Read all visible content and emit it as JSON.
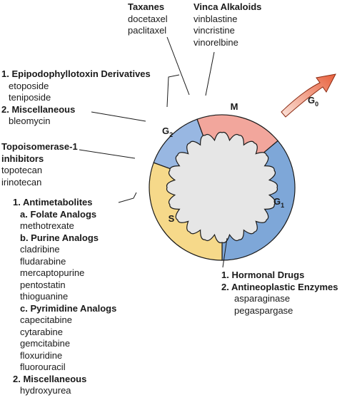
{
  "phases": {
    "m": "M",
    "g1": "G",
    "g1_sub": "1",
    "s": "S",
    "g2": "G",
    "g2_sub": "2",
    "g0": "G",
    "g0_sub": "0"
  },
  "colors": {
    "m": "#f2a69c",
    "g1": "#7ea7d8",
    "s": "#f6d98a",
    "g2": "#98b7e2",
    "center": "#e6e6e6",
    "arrow": "#e8603c"
  },
  "taxanes": {
    "heading": "Taxanes",
    "drugs": [
      "docetaxel",
      "paclitaxel"
    ]
  },
  "vinca": {
    "heading": "Vinca Alkaloids",
    "drugs": [
      "vinblastine",
      "vincristine",
      "vinorelbine"
    ]
  },
  "g2_group": {
    "heading1": "1. Epipodophyllotoxin Derivatives",
    "drugs1": [
      "etoposide",
      "teniposide"
    ],
    "heading2": "2. Miscellaneous",
    "drugs2": [
      "bleomycin"
    ]
  },
  "topo": {
    "heading_line1": "Topoisomerase-1",
    "heading_line2": "inhibitors",
    "drugs": [
      "topotecan",
      "irinotecan"
    ]
  },
  "s_group": {
    "heading": "1. Antimetabolites",
    "folate": {
      "heading": "a. Folate Analogs",
      "drugs": [
        "methotrexate"
      ]
    },
    "purine": {
      "heading": "b. Purine Analogs",
      "drugs": [
        "cladribine",
        "fludarabine",
        "mercaptopurine",
        "pentostatin",
        "thioguanine"
      ]
    },
    "pyrimidine": {
      "heading": "c. Pyrimidine Analogs",
      "drugs": [
        "capecitabine",
        "cytarabine",
        "gemcitabine",
        "floxuridine",
        "fluorouracil"
      ]
    },
    "misc_heading": "2. Miscellaneous",
    "misc_drugs": [
      "hydroxyurea"
    ]
  },
  "g1_group": {
    "heading1": "1. Hormonal Drugs",
    "heading2": "2. Antineoplastic Enzymes",
    "drugs": [
      "asparaginase",
      "pegaspargase"
    ]
  }
}
